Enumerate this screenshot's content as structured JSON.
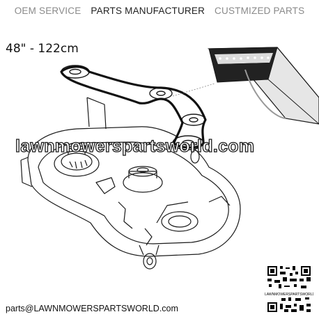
{
  "header": {
    "service": "OEM SERVICE",
    "manufacturer": "PARTS MANUFACTURER",
    "customized": "CUSTMIZED PARTS"
  },
  "size_label": "48\" - 122cm",
  "watermark": "lawnmowerspartsworld.com",
  "contact_email": "parts@LAWNMOWERSPARTSWORLD.com",
  "qr_caption": "LAWNMOWERSPARTSWORLD",
  "colors": {
    "header_light": "#8a8a8a",
    "header_dark": "#222222",
    "line_art": "#1a1a1a",
    "watermark_fill": "#ffffff"
  },
  "icons": [
    "qr-code-icon"
  ]
}
